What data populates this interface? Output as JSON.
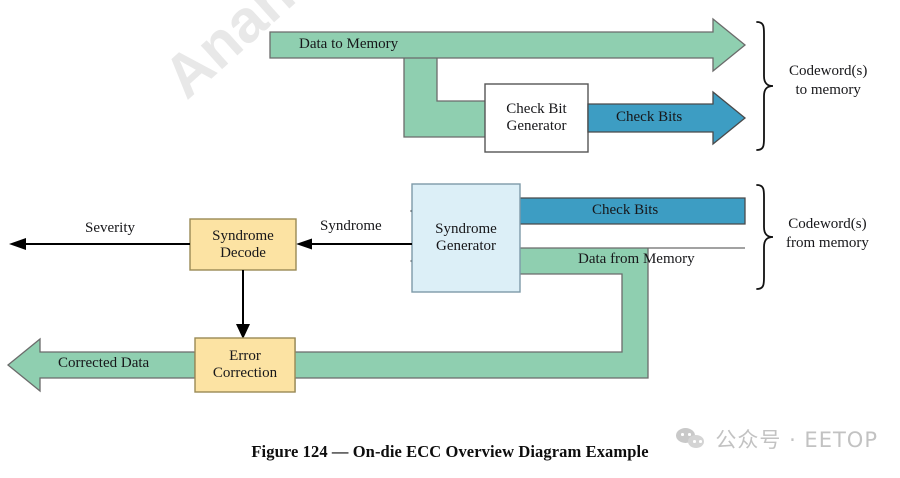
{
  "figure": {
    "caption": "Figure 124 — On-die ECC Overview Diagram Example"
  },
  "watermarks": {
    "diagonal_text": "AnandTe",
    "eetop_label": "公众号 · EETOP",
    "eetop_icon": "wechat-icon"
  },
  "colors": {
    "green_fill": "#8FCFB0",
    "green_stroke": "#6b6b6b",
    "blue_fill": "#3D9DC3",
    "blue_stroke": "#4a4a4a",
    "yellow_fill": "#FCE3A3",
    "yellow_stroke": "#9a8a55",
    "lightblue_fill": "#DCEFF7",
    "lightblue_stroke": "#7e9aa8",
    "white_fill": "#FFFFFF",
    "white_stroke": "#555555",
    "line_black": "#000000",
    "caption_text": "#0d0d0d"
  },
  "blocks": [
    {
      "id": "check-bit-generator",
      "line1": "Check Bit",
      "line2": "Generator",
      "fill": "white"
    },
    {
      "id": "syndrome-generator",
      "line1": "Syndrome",
      "line2": "Generator",
      "fill": "lightblue"
    },
    {
      "id": "syndrome-decode",
      "line1": "Syndrome",
      "line2": "Decode",
      "fill": "yellow"
    },
    {
      "id": "error-correction",
      "line1": "Error",
      "line2": "Correction",
      "fill": "yellow"
    }
  ],
  "arrows": [
    {
      "id": "data-to-memory",
      "label": "Data to Memory",
      "color": "green",
      "direction": "right"
    },
    {
      "id": "data-to-generator",
      "label": "",
      "color": "green",
      "direction": "right-elbow-down"
    },
    {
      "id": "check-bits-out",
      "label": "Check Bits",
      "color": "blue",
      "direction": "right"
    },
    {
      "id": "check-bits-in",
      "label": "Check Bits",
      "color": "blue",
      "direction": "left"
    },
    {
      "id": "data-from-memory",
      "label": "Data from Memory",
      "color": "green",
      "direction": "left-elbow-down"
    },
    {
      "id": "corrected-data",
      "label": "Corrected Data",
      "color": "green",
      "direction": "left"
    },
    {
      "id": "severity",
      "label": "Severity",
      "color": "black",
      "direction": "left"
    },
    {
      "id": "syndrome",
      "label": "Syndrome",
      "color": "black",
      "direction": "left"
    },
    {
      "id": "decode-to-correction",
      "label": "",
      "color": "black",
      "direction": "down"
    }
  ],
  "braces": [
    {
      "id": "codeword-to-memory",
      "line1": "Codeword(s)",
      "line2": "to memory"
    },
    {
      "id": "codeword-from-memory",
      "line1": "Codeword(s)",
      "line2": "from memory"
    }
  ]
}
